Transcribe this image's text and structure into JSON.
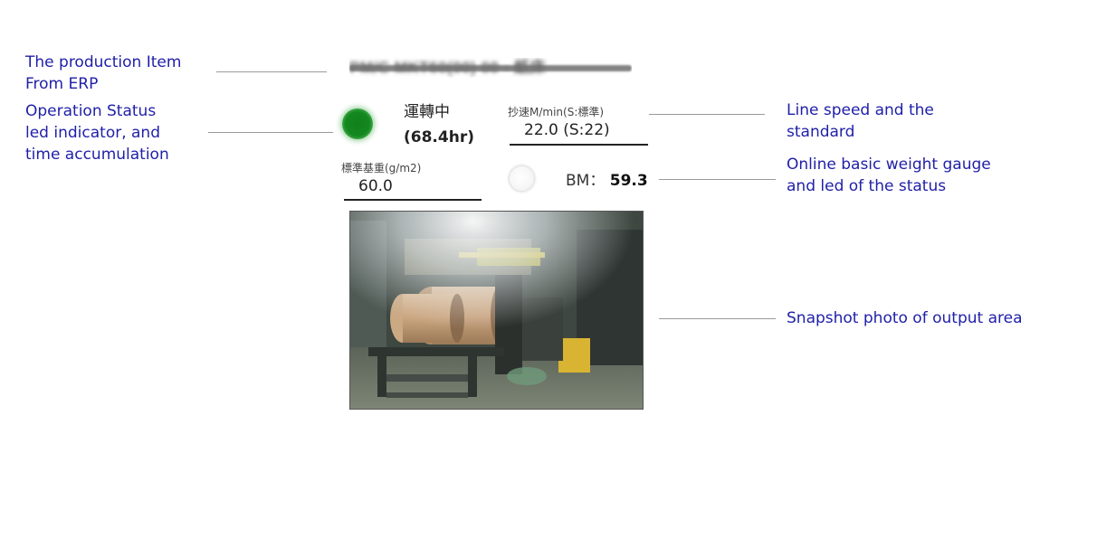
{
  "annotations": {
    "production_item": [
      "The production Item",
      "From ERP"
    ],
    "operation_status": [
      "Operation Status",
      "led indicator, and",
      "time accumulation"
    ],
    "line_speed": [
      "Line speed and the",
      "standard"
    ],
    "basic_weight": [
      "Online basic weight gauge",
      "and led of the status"
    ],
    "snapshot": [
      "Snapshot photo of output area"
    ]
  },
  "panel": {
    "production_item_text": "PM/C MKT60(00) 00 - 紙床",
    "status": {
      "text": "運轉中",
      "hours": "(68.4hr)",
      "led_color": "#148820"
    },
    "line_speed": {
      "label": "抄速M/min(S:標準)",
      "value": "22.0  (S:22)"
    },
    "standard_weight": {
      "label": "標準基重(g/m2)",
      "value": "60.0"
    },
    "bm": {
      "label": "BM：",
      "value": "59.3",
      "led_color": "#f4f4f4"
    },
    "snapshot": {
      "icon": "camera-snapshot-image"
    }
  },
  "colors": {
    "annotation": "#1f1fa8",
    "leader_line": "#9a9a9a"
  }
}
